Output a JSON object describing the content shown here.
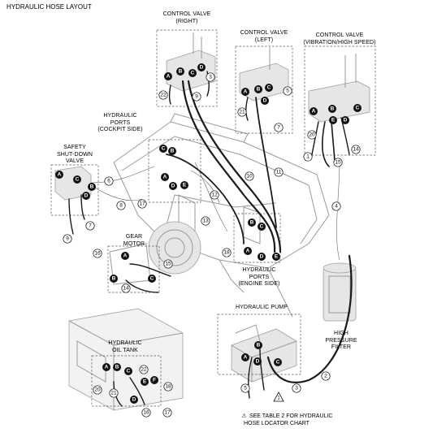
{
  "title": "HYDRAULIC HOSE LAYOUT",
  "labels": {
    "control_valve_right": [
      "CONTROL VALVE",
      "(RIGHT)"
    ],
    "control_valve_left": [
      "CONTROL VALVE",
      "(LEFT)"
    ],
    "control_valve_vib": [
      "CONTROL VALVE",
      "(VIBRATION/HIGH SPEED)"
    ],
    "hydraulic_ports_cockpit": [
      "HYDRAULIC",
      "PORTS",
      "(COCKPIT SIDE)"
    ],
    "safety_valve": [
      "SAFETY",
      "SHUT-DOWN",
      "VALVE"
    ],
    "gear_motor": [
      "GEAR",
      "MOTOR"
    ],
    "hydraulic_ports_engine": [
      "HYDRAULIC",
      "PORTS",
      "(ENGINE SIDE)"
    ],
    "hydraulic_pump": [
      "HYDRAULIC PUMP"
    ],
    "high_pressure_filter": [
      "HIGH",
      "PRESSURE",
      "FILTER"
    ],
    "hydraulic_oil_tank": [
      "HYDRAULIC",
      "OIL TANK"
    ]
  },
  "note": {
    "symbol": "⚠",
    "lines": [
      "SEE TABLE 2 FOR HYDRAULIC",
      "HOSE LOCATOR CHART"
    ]
  },
  "port_letters": [
    "A",
    "B",
    "C",
    "D",
    "E",
    "F"
  ],
  "hose_numbers": [
    "1",
    "2",
    "3",
    "4",
    "5",
    "6",
    "7",
    "8",
    "9",
    "10",
    "11",
    "12",
    "13",
    "14",
    "15",
    "16",
    "17",
    "18",
    "20",
    "21",
    "22"
  ],
  "colors": {
    "line_art": "#9a9a9a",
    "hose": "#1a1a1a",
    "badge": "#111111",
    "background": "#ffffff"
  }
}
